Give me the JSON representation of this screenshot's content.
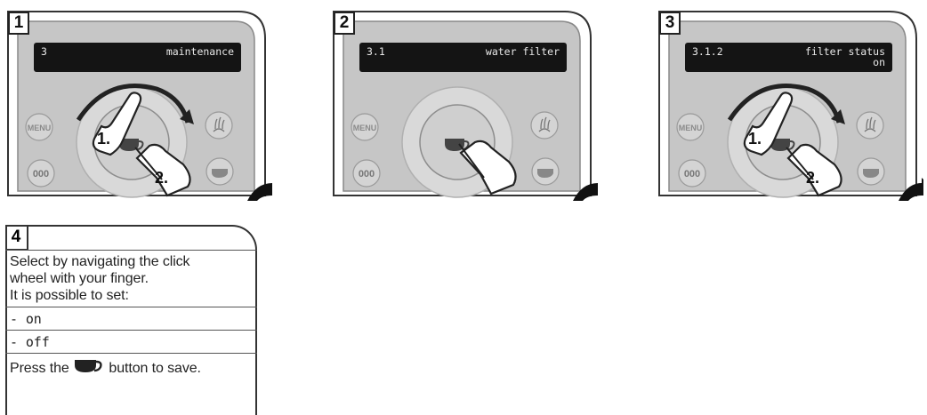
{
  "panels": [
    {
      "step": "1",
      "display_left": "3",
      "display_right": "maintenance",
      "display_right2": "",
      "button_menu": "MENU",
      "gesture_1": "1.",
      "gesture_2": "2."
    },
    {
      "step": "2",
      "display_left": "3.1",
      "display_right": "water filter",
      "display_right2": "",
      "button_menu": "MENU"
    },
    {
      "step": "3",
      "display_left": "3.1.2",
      "display_right": "filter status",
      "display_right2": "on",
      "button_menu": "MENU",
      "gesture_1": "1.",
      "gesture_2": "2."
    }
  ],
  "info": {
    "step": "4",
    "line1": "Select by navigating the click",
    "line2": "wheel with your finger.",
    "line3": "It is possible to set:",
    "option1": "- on",
    "option2": "- off",
    "save_before": "Press the",
    "save_after": "button to save."
  },
  "icons": [
    "cup-icon",
    "steam-icon",
    "three-cups-icon",
    "hot-water-icon",
    "hand-pointer-icon",
    "arrow-right-icon",
    "rotate-arrow-icon"
  ],
  "colors": {
    "panel_gray": "#c6c6c6",
    "wheel_gray": "#d9d9d9",
    "lcd_black": "#141414",
    "outline": "#222222"
  }
}
